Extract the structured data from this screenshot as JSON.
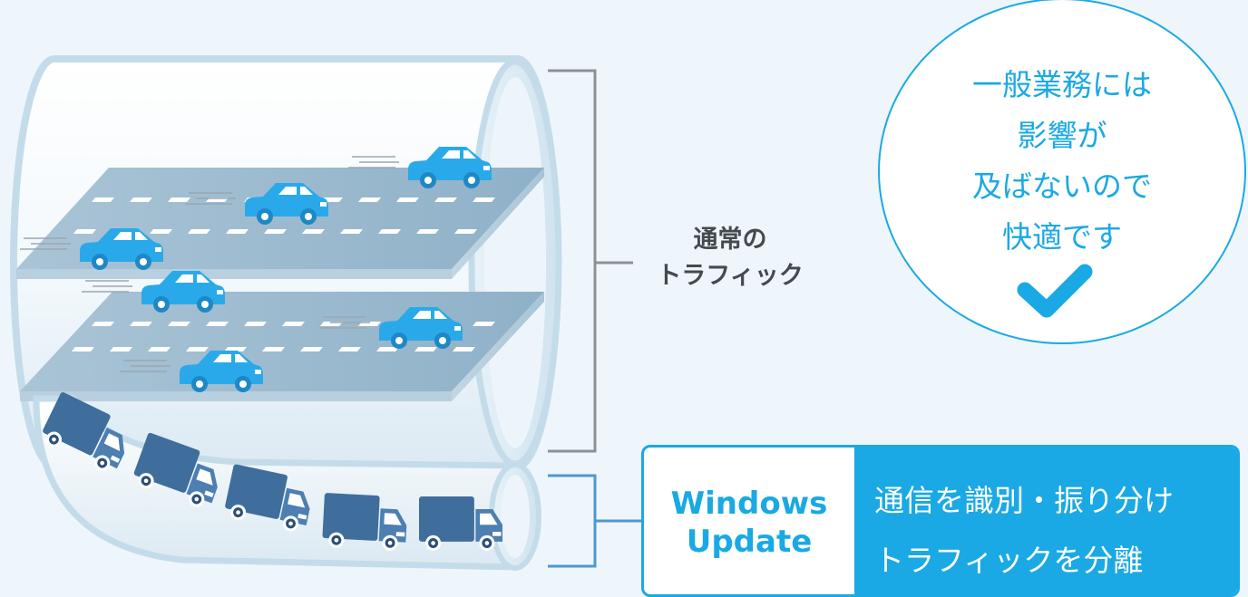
{
  "traffic_label": {
    "line1": "通常の",
    "line2": "トラフィック"
  },
  "benefit": {
    "lines": [
      "一般業務には",
      "影響が",
      "及ばないので",
      "快適です"
    ],
    "icon": "checkmark-icon"
  },
  "windows_update": {
    "line1": "Windows",
    "line2": "Update"
  },
  "feature": {
    "line1": "通信を識別・振り分け",
    "line2": "トラフィックを分離"
  },
  "colors": {
    "accent": "#1aa9e4",
    "car": "#2aa9ea",
    "truck": "#3f6e9c",
    "tunnel_outline": "#bcd9ea",
    "bracket_gray": "#8c9196",
    "bracket_blue": "#4f97cf"
  }
}
